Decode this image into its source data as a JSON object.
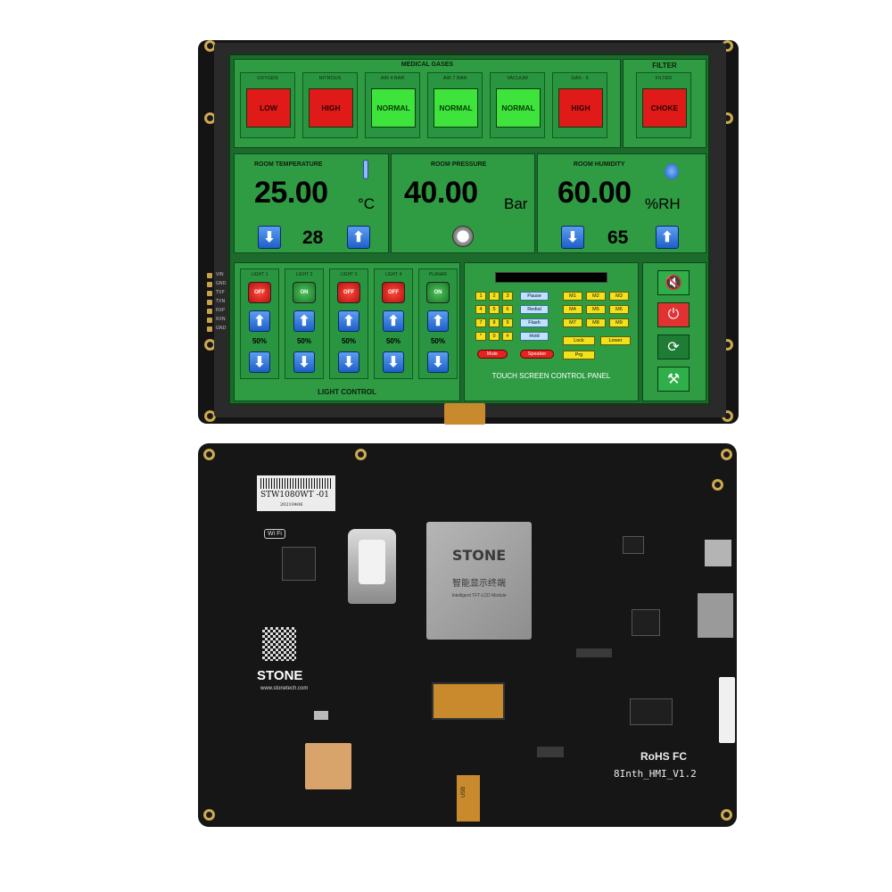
{
  "medical_gases": {
    "title": "MEDICAL GASES",
    "items": [
      {
        "label": "OXYGEN",
        "state": "LOW",
        "color": "red"
      },
      {
        "label": "NITROUS",
        "state": "HIGH",
        "color": "red"
      },
      {
        "label": "AIR 4 BAR",
        "state": "NORMAL",
        "color": "green"
      },
      {
        "label": "AIR 7 BAR",
        "state": "NORMAL",
        "color": "green"
      },
      {
        "label": "VACUUM",
        "state": "NORMAL",
        "color": "green"
      },
      {
        "label": "GAS - 6",
        "state": "HIGH",
        "color": "red"
      }
    ]
  },
  "filter": {
    "title": "FILTER",
    "label": "FILTER",
    "state": "CHOKE"
  },
  "room_temperature": {
    "title": "ROOM TEMPERATURE",
    "value": "25.00",
    "unit": "°C",
    "setpoint": "28"
  },
  "room_pressure": {
    "title": "ROOM PRESSURE",
    "value": "40.00",
    "unit": "Bar"
  },
  "room_humidity": {
    "title": "ROOM HUMIDITY",
    "value": "60.00",
    "unit": "%RH",
    "setpoint": "65"
  },
  "light_control": {
    "title": "LIGHT CONTROL",
    "items": [
      {
        "label": "LIGHT 1",
        "power": "OFF",
        "percent": "50%"
      },
      {
        "label": "LIGHT 2",
        "power": "ON",
        "percent": "50%"
      },
      {
        "label": "LIGHT 3",
        "power": "OFF",
        "percent": "50%"
      },
      {
        "label": "LIGHT 4",
        "power": "OFF",
        "percent": "50%"
      },
      {
        "label": "PLANAR",
        "power": "ON",
        "percent": "50%"
      }
    ]
  },
  "touch_panel": {
    "title": "TOUCH SCREEN CONTROL PANEL",
    "digits": [
      "1",
      "2",
      "3",
      "4",
      "5",
      "6",
      "7",
      "8",
      "9",
      "*",
      "0",
      "#"
    ],
    "fn_keys": [
      "Pause",
      "Redial",
      "Flash",
      "Hold"
    ],
    "memory_keys": [
      "M1",
      "M2",
      "M3",
      "M4",
      "M5",
      "M6",
      "M7",
      "M8",
      "M9"
    ],
    "lock": "Lock",
    "lower": "Lower",
    "prg": "Prg",
    "mute": "Mute",
    "speaker": "Speaker"
  },
  "side_pin_labels": [
    "VIN",
    "GND",
    "TXP",
    "TXN",
    "RXP",
    "RXN",
    "GND"
  ],
  "pcb": {
    "sticker_model": "STW1080WT -01",
    "sticker_date": "20210406",
    "wifi": "Wi Fi",
    "chip_brand": "STONE",
    "chip_cn": "智能显示终端",
    "chip_sub": "Intelligent TFT-LCD Module",
    "brand": "STONE",
    "url": "www.stonetech.com",
    "certs": "RoHS FC",
    "board_version": "8Inth_HMI_V1.2",
    "connector_label": "USB"
  },
  "colors": {
    "screen_bg": "#1d6b2c",
    "panel_bg": "#2f9b43",
    "alarm_red": "#e01919",
    "normal_green": "#3ee33c",
    "arrow_blue": "#1e5fc8"
  }
}
